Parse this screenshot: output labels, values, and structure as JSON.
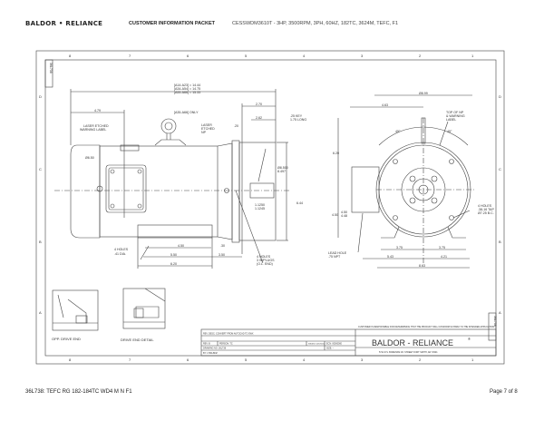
{
  "header": {
    "logo": "BALDOR • RELIANCE",
    "packet": "CUSTOMER INFORMATION PACKET",
    "model": "CESSWDM3610T - 3HP, 3500RPM, 3PH, 60HZ, 182TC, 3624M, TEFC, F1"
  },
  "drawing": {
    "zones_top": [
      "8",
      "7",
      "6",
      "5",
      "4",
      "3",
      "2",
      "1"
    ],
    "zones_side": [
      "D",
      "C",
      "B",
      "A"
    ],
    "corner_label_left": "36L738",
    "corner_label_right": "36L738",
    "side_view": {
      "overall": [
        "[A14-A23] = 14.44",
        "[A34-A54] = 14.75",
        "[A55-A66] = 15.33"
      ],
      "eyebolt_note": "[A35-A66] ONLY",
      "dim_479": "4.79",
      "laser_warning": [
        "LASER ETCHED",
        "WARNING LABEL"
      ],
      "laser_np": [
        "LASER",
        "ETCHED",
        "NP"
      ],
      "dim_270": "2.70",
      "dim_262": "2.62",
      "dim_020": ".20",
      "key": [
        ".25 KEY",
        "1.75 LONG"
      ],
      "dia_fan": "Ø6.50",
      "pilot_dia": [
        "Ø8.500",
        "8.497"
      ],
      "shaft_dia": [
        "1.1250",
        "1.1245"
      ],
      "dim_644": "6.44",
      "holes_feet": [
        "4 HOLES",
        ".41 DIA."
      ],
      "dim_450": "4.50",
      "dim_030": ".30",
      "dim_550": "5.50",
      "dim_350": "3.50",
      "dim_620": "6.20",
      "flange_holes": [
        "4 HOLES",
        "3 W/PLUGS",
        "(O.L. END)"
      ]
    },
    "end_view": {
      "dia": "Ø8.99",
      "dim_463": "4.63",
      "top_note": [
        "TOP OF NP",
        "& WARNING",
        "LABEL"
      ],
      "angle_left": "45°",
      "angle_right": "45°",
      "dim_620": "6.20",
      "dim_450": "4.50",
      "dim_450b": [
        "4.50",
        "4.48"
      ],
      "lead_hole": [
        "LEAD HOLE",
        ".75 NPT"
      ],
      "tap_holes": [
        "4 HOLES",
        ".38-16 TAP",
        "Ø7.25 B.C."
      ],
      "dim_375a": "3.75",
      "dim_375b": "3.75",
      "dim_543": "5.43",
      "dim_421": "4.21",
      "dim_863": "8.63"
    },
    "details": {
      "opp_drive_end": "OPP. DRIVE END",
      "drive_end": "DRIVE END DETAIL"
    },
    "title_block": {
      "responsibility": "CUSTOMER IS RESPONSIBLE FOR DETERMINING THAT THE PRODUCT WILL CONFORM SUITABLY IN THE INTENDED APPLICATION",
      "rev_desc": "REV. DESC: CONVERT FROM AUTOCAD TO SWX",
      "rev": "REV: B",
      "person": "PERSON: TC",
      "issued": "ISSUED: 03/07/2012",
      "ecn": "ECN: 00000000",
      "drawing_no": "DRAWING NO: 36L738",
      "size": "SIZE: --",
      "by": "BY: LTM/LBNZ",
      "brand": "BALDOR - RELIANCE",
      "brand_reg": "®",
      "address": "5711 R.S. BOREHAM JR. STREET FORT SMITH, AR 72901"
    }
  },
  "footer": {
    "left": "36L738: TEFC RG 182-184TC WD4 M N F1",
    "right": "Page 7 of 8"
  }
}
